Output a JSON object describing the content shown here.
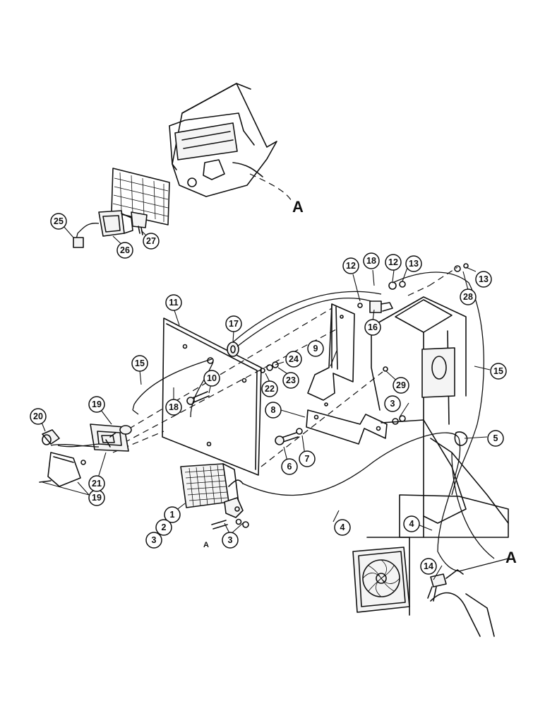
{
  "callouts": [
    {
      "label": "1"
    },
    {
      "label": "2"
    },
    {
      "label": "3"
    },
    {
      "label": "3"
    },
    {
      "label": "3"
    },
    {
      "label": "4"
    },
    {
      "label": "4"
    },
    {
      "label": "5"
    },
    {
      "label": "6"
    },
    {
      "label": "7"
    },
    {
      "label": "8"
    },
    {
      "label": "9"
    },
    {
      "label": "10"
    },
    {
      "label": "11"
    },
    {
      "label": "12"
    },
    {
      "label": "12"
    },
    {
      "label": "13"
    },
    {
      "label": "13"
    },
    {
      "label": "14"
    },
    {
      "label": "15"
    },
    {
      "label": "15"
    },
    {
      "label": "16"
    },
    {
      "label": "17"
    },
    {
      "label": "18"
    },
    {
      "label": "18"
    },
    {
      "label": "19"
    },
    {
      "label": "19"
    },
    {
      "label": "20"
    },
    {
      "label": "21"
    },
    {
      "label": "22"
    },
    {
      "label": "23"
    },
    {
      "label": "24"
    },
    {
      "label": "25"
    },
    {
      "label": "26"
    },
    {
      "label": "27"
    },
    {
      "label": "28"
    },
    {
      "label": "29"
    }
  ],
  "letters": [
    {
      "label": "A"
    },
    {
      "label": "A"
    },
    {
      "label": "A"
    }
  ]
}
